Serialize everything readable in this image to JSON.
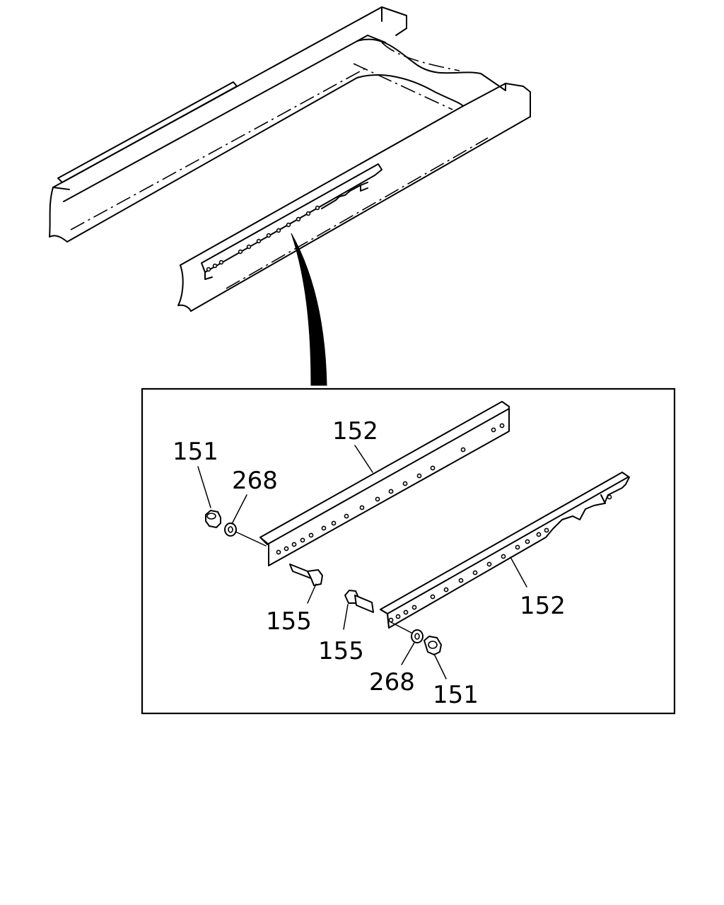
{
  "labels": {
    "nut_upper": "151",
    "washer_upper": "268",
    "rail_upper": "152",
    "bolt_upper": "155",
    "bolt_lower": "155",
    "rail_lower": "152",
    "washer_lower": "268",
    "nut_lower": "151"
  }
}
